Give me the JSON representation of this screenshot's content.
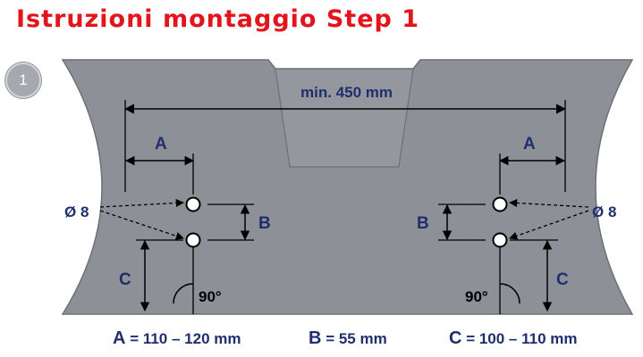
{
  "title": "Istruzioni montaggio Step 1",
  "step_number": "1",
  "dimensions": {
    "overall": "min. 450 mm",
    "a": "A",
    "b": "B",
    "c": "C",
    "hole_diameter": "Ø 8",
    "angle": "90°"
  },
  "legend": [
    {
      "key": "A",
      "value": "= 110 – 120 mm"
    },
    {
      "key": "B",
      "value": "= 55 mm"
    },
    {
      "key": "C",
      "value": "= 100 – 110 mm"
    }
  ],
  "colors": {
    "title": "#e3141b",
    "dimension_text": "#1f2f6e",
    "plate": "#8d9096"
  }
}
